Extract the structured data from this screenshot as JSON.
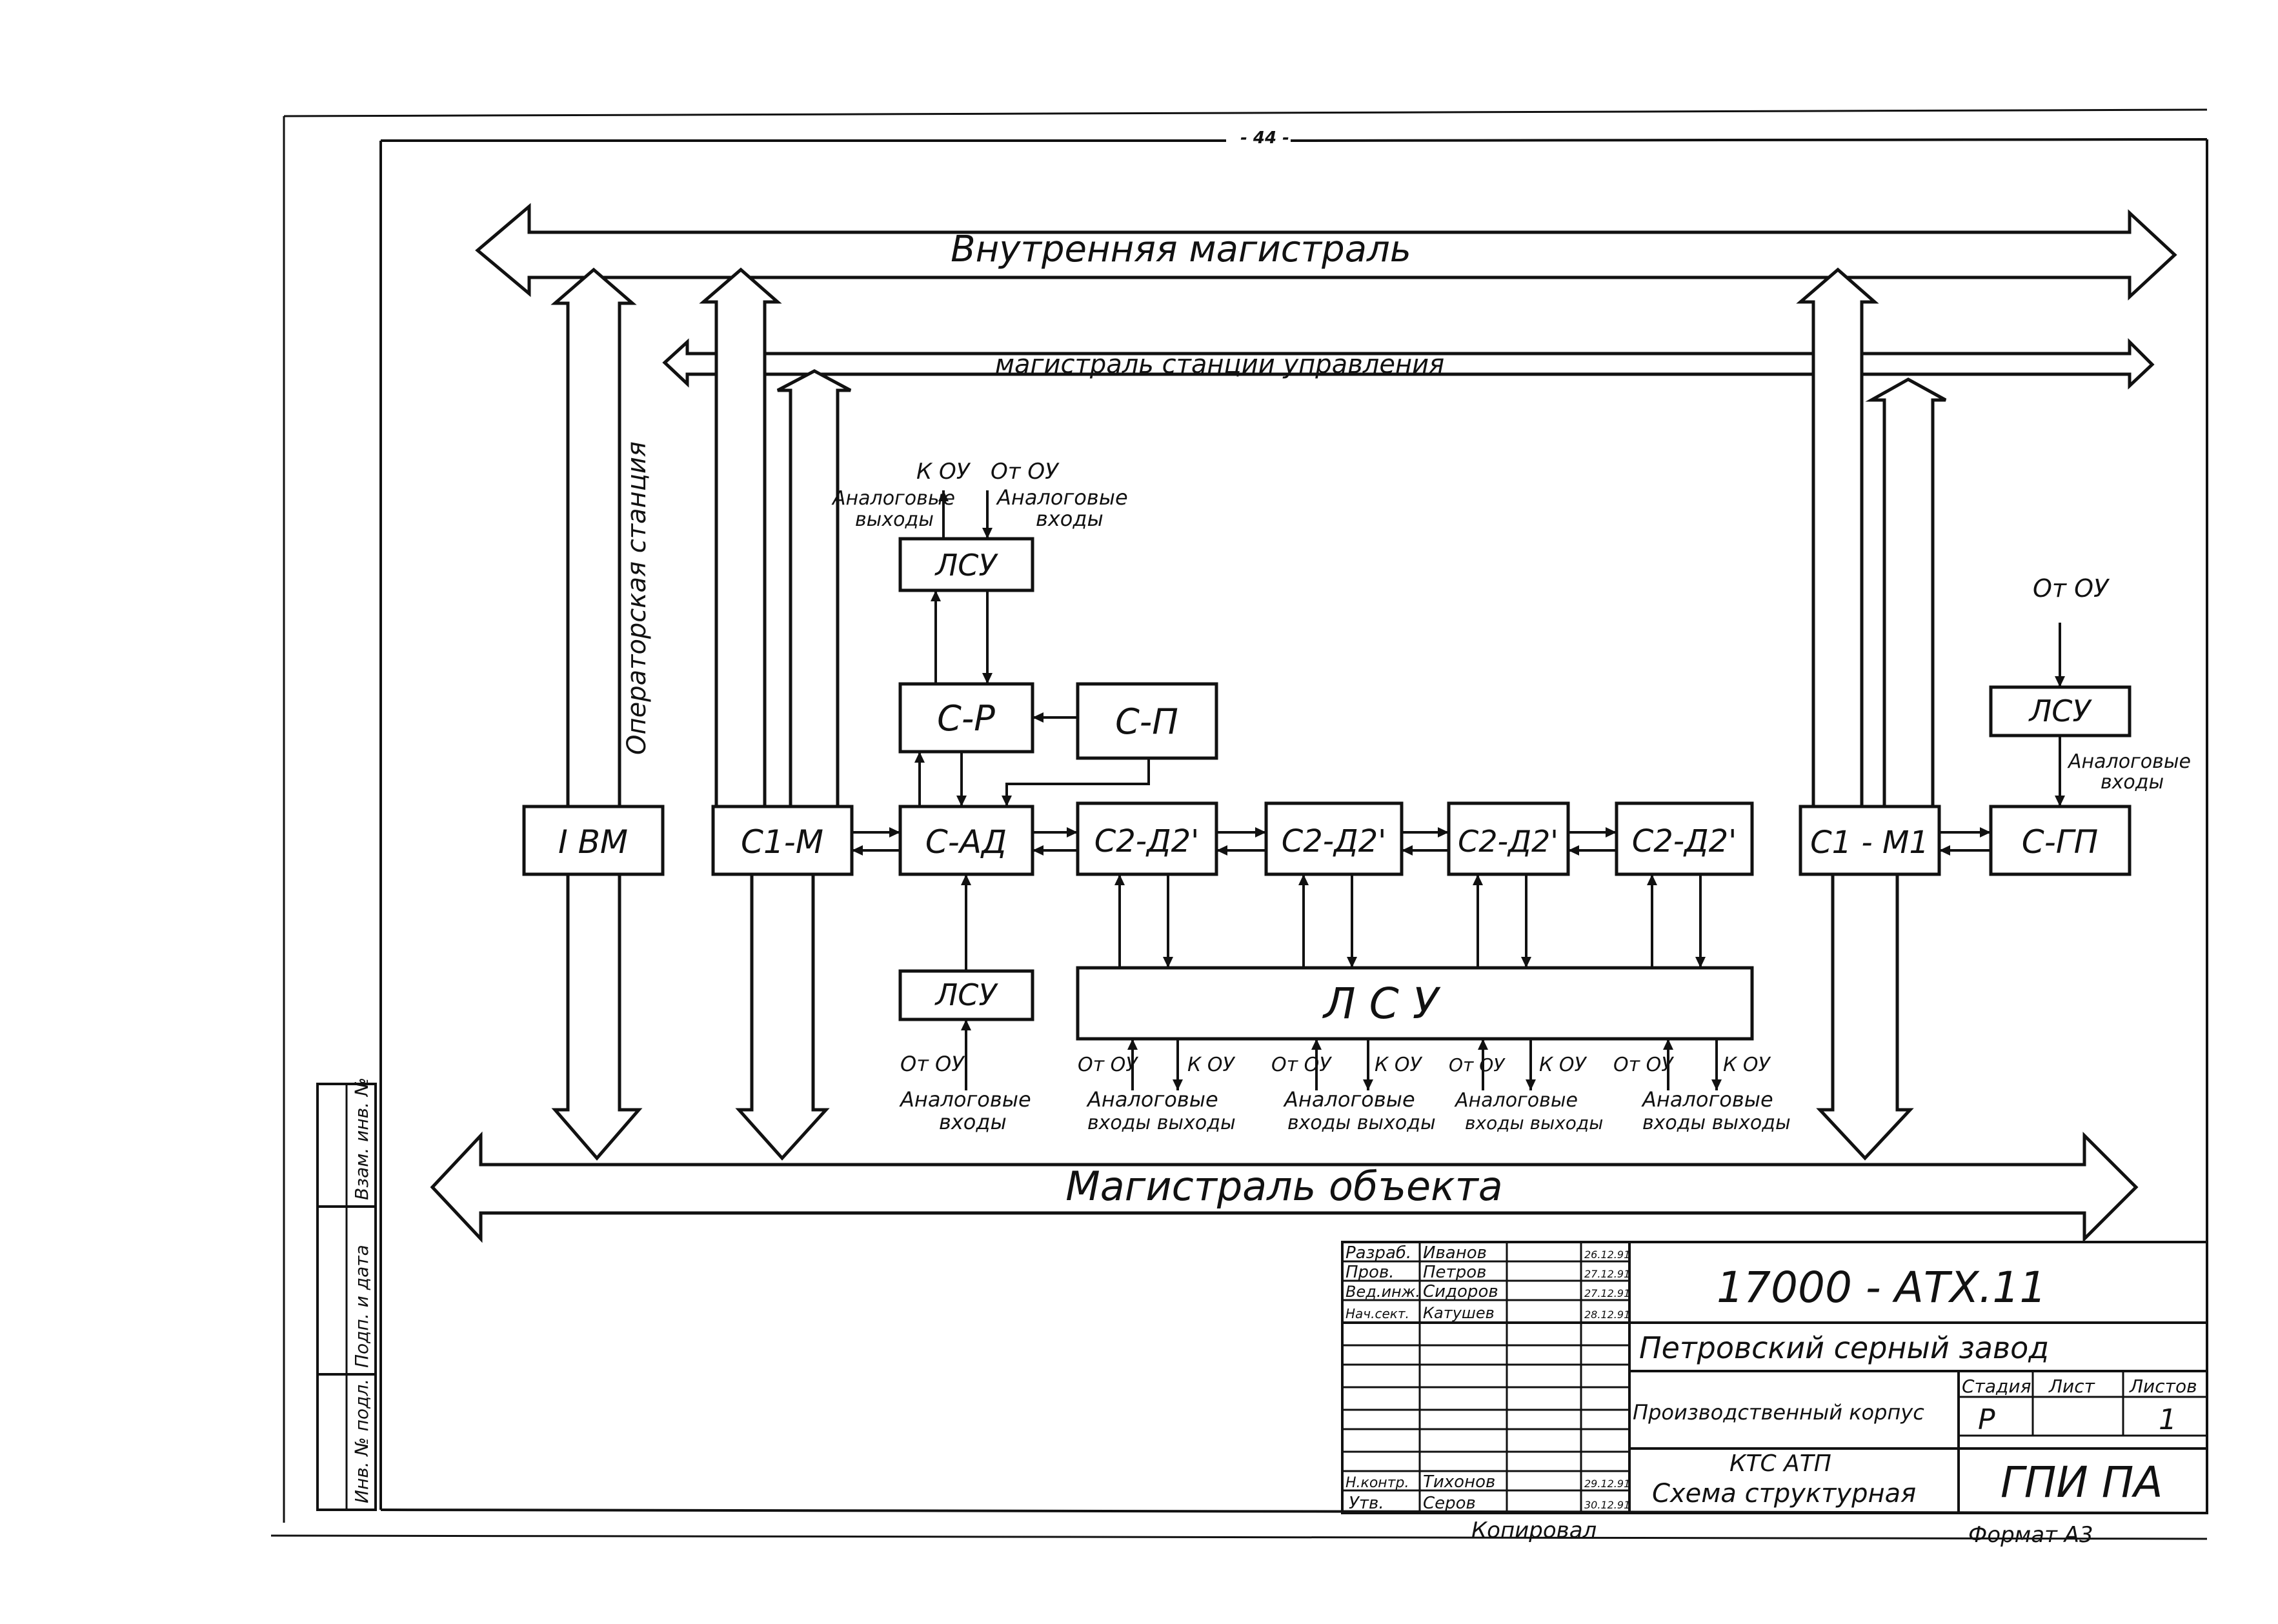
{
  "page_number": "- 44 -",
  "buses": {
    "internal": "Внутренняя   магистраль",
    "station": "магистраль   станции   управления",
    "object": "Магистраль   объекта"
  },
  "operator_station": "Операторская станция",
  "blocks": {
    "ibm": "I ВМ",
    "c1m": "С1-М",
    "cad": "С-АД",
    "cp": "С-Р",
    "cpp": "С-П",
    "c2d2_1": "С2-Д2'",
    "c2d2_2": "С2-Д2'",
    "c2d2_3": "С2-Д2'",
    "c2d2_4": "С2-Д2'",
    "c1m1": "С1 - М1",
    "cgp": "С-ГП",
    "lsu_top": "ЛСУ",
    "lsu_left": "ЛСУ",
    "lsu_big": "Л С У",
    "lsu_right": "ЛСУ"
  },
  "labels": {
    "k_ou": "К ОУ",
    "ot_ou": "От ОУ",
    "analog_out": "Аналоговые",
    "outputs": "выходы",
    "analog_in": "Аналоговые",
    "inputs": "входы",
    "inputs_outputs": "входы  выходы"
  },
  "title_block": {
    "rows": [
      {
        "role": "Разраб.",
        "name": "Иванов",
        "date": "26.12.91"
      },
      {
        "role": "Пров.",
        "name": "Петров",
        "date": "27.12.91"
      },
      {
        "role": "Вед.инж.",
        "name": "Сидоров",
        "date": "27.12.91"
      },
      {
        "role": "Нач.сект.",
        "name": "Катушев",
        "date": "28.12.91"
      },
      {
        "role": "Н.контр.",
        "name": "Тихонов",
        "date": "29.12.91"
      },
      {
        "role": "Утв.",
        "name": "Серов",
        "date": "30.12.91"
      }
    ],
    "code": "17000 - АТХ.11",
    "plant": "Петровский   серный   завод",
    "building": "Производственный корпус",
    "stage_h": "Стадия",
    "sheet_h": "Лист",
    "sheets_h": "Листов",
    "stage": "Р",
    "sheets": "1",
    "system": "КТС  АТП",
    "doc": "Схема  структурная",
    "org": "ГПИ  ПА",
    "copied": "Копировал",
    "format": "Формат  А3"
  },
  "side_stamp": {
    "inv_orig": "Инв. № подл.",
    "sign_date": "Подп. и дата",
    "replaced": "Взам. инв. №"
  }
}
